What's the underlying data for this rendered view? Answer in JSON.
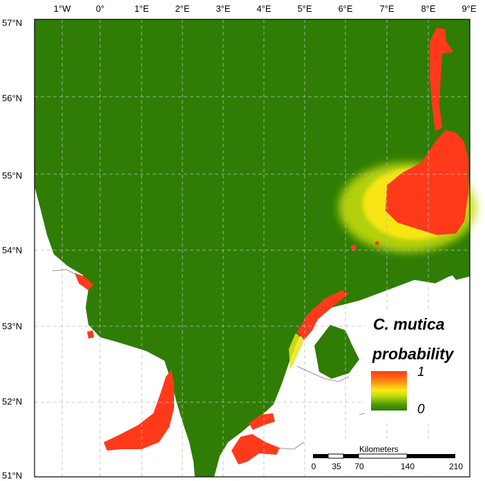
{
  "map": {
    "lon_labels": [
      "1°W",
      "0°",
      "1°E",
      "2°E",
      "3°E",
      "4°E",
      "5°E",
      "6°E",
      "7°E",
      "8°E",
      "9°E"
    ],
    "lat_labels": [
      "57°N",
      "56°N",
      "55°N",
      "54°N",
      "53°N",
      "52°N",
      "51°N"
    ]
  },
  "legend": {
    "title_line1": "C. mutica",
    "title_line2": "probability",
    "max_label": "1",
    "min_label": "0",
    "colors": {
      "high": "#ff3a1a",
      "mid": "#ffe814",
      "low": "#2e7a05"
    }
  },
  "scalebar": {
    "title": "Kilometers",
    "ticks": [
      "0",
      "35",
      "70",
      "140",
      "210"
    ]
  },
  "colors": {
    "sea": "#2f7d04",
    "land": "#ffffff",
    "hotspot": "#ff3a1a",
    "gradient_edge": "#b8d80c"
  }
}
